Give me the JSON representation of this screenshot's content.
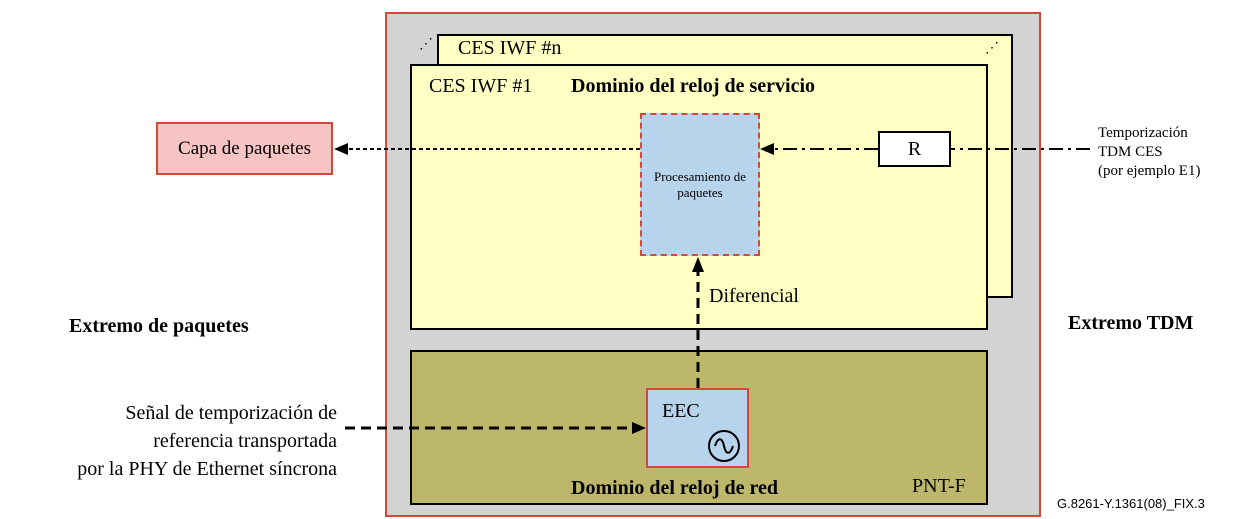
{
  "diagram": {
    "ces_back_label": "CES IWF #n",
    "ces_front_label": "CES IWF #1",
    "service_domain": "Dominio del reloj de servicio",
    "packet_processing": "Procesamiento de paquetes",
    "r_box": "R",
    "packet_layer": "Capa de paquetes",
    "differential": "Diferencial",
    "packet_end": "Extremo de paquetes",
    "tdm_end": "Extremo TDM",
    "tdm_timing_lines": [
      "Temporización",
      "TDM CES",
      "(por ejemplo E1)"
    ],
    "eec": "EEC",
    "network_domain": "Dominio del reloj de red",
    "pnt_f": "PNT-F",
    "sync_signal_lines": [
      "Señal de temporización de",
      "referencia transportada",
      "por la PHY de Ethernet síncrona"
    ],
    "figure_id": "G.8261-Y.1361(08)_FIX.3",
    "colors": {
      "outer_border": "#d2483a",
      "outer_fill": "#d3d3d3",
      "ces_fill": "#ffffc4",
      "network_fill": "#bdb76b",
      "processing_fill": "#b8d4ec",
      "packet_layer_fill": "#f7c3c3"
    }
  }
}
